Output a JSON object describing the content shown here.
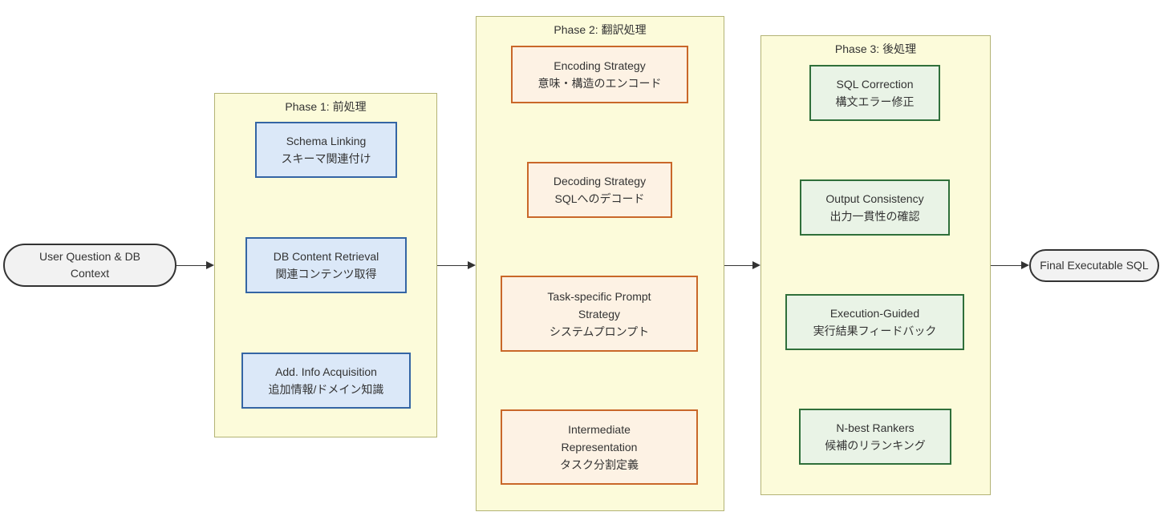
{
  "diagram": {
    "start_node": {
      "label": "User Question & DB Context"
    },
    "end_node": {
      "label": "Final Executable SQL"
    },
    "phases": [
      {
        "title": "Phase 1: 前処理",
        "boxes": [
          {
            "en": "Schema Linking",
            "ja": "スキーマ関連付け"
          },
          {
            "en": "DB Content Retrieval",
            "ja": "関連コンテンツ取得"
          },
          {
            "en": "Add. Info Acquisition",
            "ja": "追加情報/ドメイン知識"
          }
        ]
      },
      {
        "title": "Phase 2: 翻訳処理",
        "boxes": [
          {
            "en": "Encoding Strategy",
            "ja": "意味・構造のエンコード"
          },
          {
            "en": "Decoding Strategy",
            "ja": "SQLへのデコード"
          },
          {
            "en": "Task-specific Prompt Strategy",
            "ja": "システムプロンプト"
          },
          {
            "en": "Intermediate Representation",
            "ja": "タスク分割定義"
          }
        ]
      },
      {
        "title": "Phase 3: 後処理",
        "boxes": [
          {
            "en": "SQL Correction",
            "ja": "構文エラー修正"
          },
          {
            "en": "Output Consistency",
            "ja": "出力一貫性の確認"
          },
          {
            "en": "Execution-Guided",
            "ja": "実行結果フィードバック"
          },
          {
            "en": "N-best Rankers",
            "ja": "候補のリランキング"
          }
        ]
      }
    ],
    "colors": {
      "container_fill": "#fcfbda",
      "container_border": "#b3b375",
      "preprocess_fill": "#dbe8f8",
      "preprocess_border": "#3465a4",
      "translate_fill": "#fdf2e4",
      "translate_border": "#c96729",
      "postprocess_fill": "#e9f3e6",
      "postprocess_border": "#2f6f3a",
      "terminal_fill": "#f2f2f2",
      "terminal_border": "#333333",
      "arrow": "#333333"
    }
  }
}
